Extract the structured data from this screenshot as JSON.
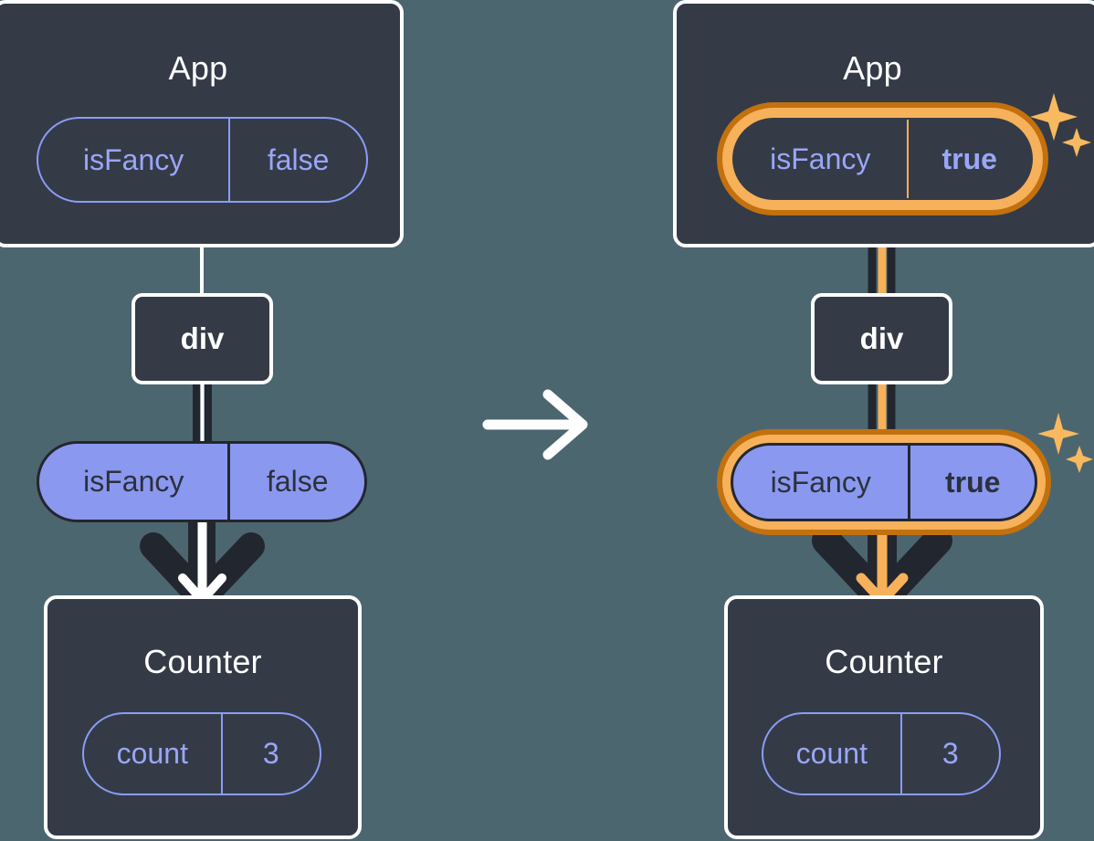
{
  "diagram": {
    "title": "React state update propagation diagram",
    "background_color": "#4c6670",
    "box_fill": "#343b47",
    "accent_purple": "#8b98f0",
    "accent_orange_dark": "#c2710e",
    "accent_orange_light": "#f6b15a",
    "transition_arrow_icon": "right-arrow-icon"
  },
  "before": {
    "app": {
      "title": "App",
      "state_pill": {
        "name": "isFancy",
        "value": "false",
        "highlighted": false
      }
    },
    "div": {
      "label": "div"
    },
    "props_pill": {
      "name": "isFancy",
      "value": "false",
      "highlighted": false
    },
    "counter": {
      "title": "Counter",
      "state_pill": {
        "name": "count",
        "value": "3",
        "highlighted": false
      }
    }
  },
  "after": {
    "app": {
      "title": "App",
      "state_pill": {
        "name": "isFancy",
        "value": "true",
        "highlighted": true
      },
      "sparkle_icon": "sparkle-icon"
    },
    "div": {
      "label": "div"
    },
    "props_pill": {
      "name": "isFancy",
      "value": "true",
      "highlighted": true,
      "sparkle_icon": "sparkle-icon"
    },
    "counter": {
      "title": "Counter",
      "state_pill": {
        "name": "count",
        "value": "3",
        "highlighted": false
      }
    }
  }
}
